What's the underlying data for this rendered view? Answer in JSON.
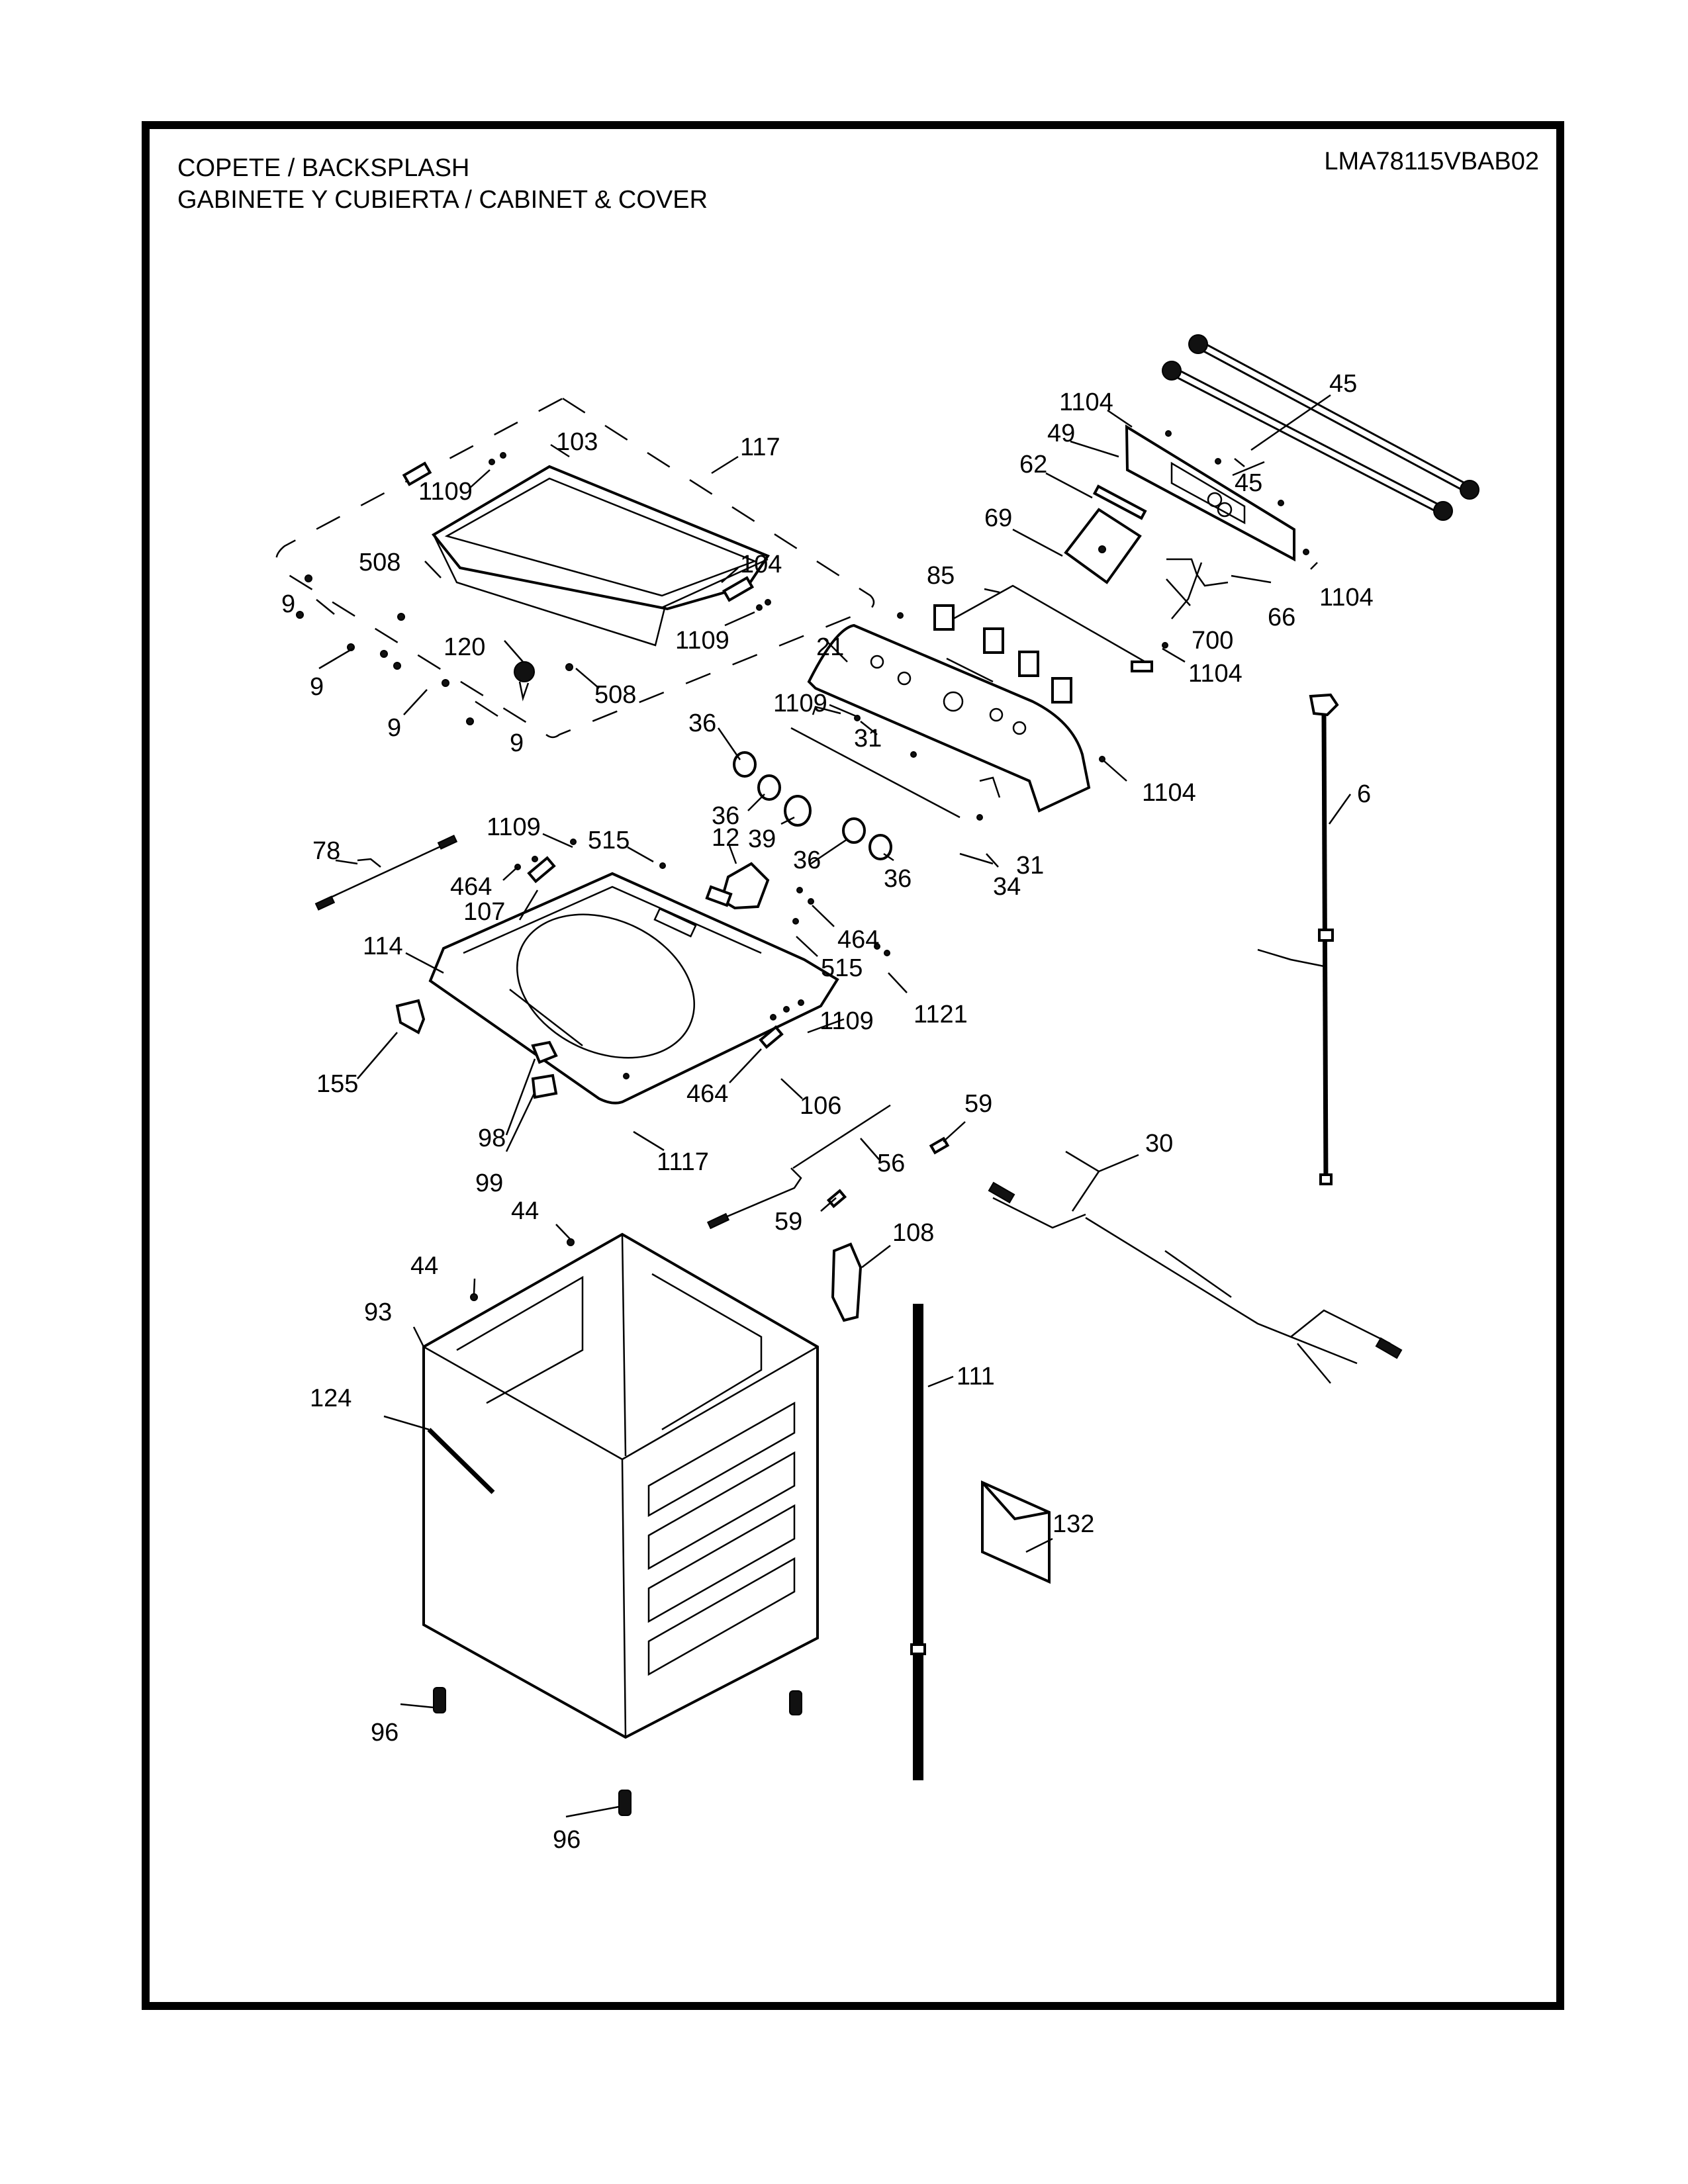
{
  "header": {
    "title_line1": "COPETE / BACKSPLASH",
    "title_line2": "GABINETE Y CUBIERTA / CABINET & COVER",
    "model_number": "LMA78115VBAB02"
  },
  "parts": {
    "p45a": "45",
    "p45b": "45",
    "p1104a": "1104",
    "p49": "49",
    "p62": "62",
    "p69": "69",
    "p1104b": "1104",
    "p66": "66",
    "p85": "85",
    "p700": "700",
    "p1104c": "1104",
    "p21": "21",
    "p103": "103",
    "p117": "117",
    "p1109a": "1109",
    "p508a": "508",
    "p104": "104",
    "p9a": "9",
    "p1109b": "1109",
    "p120": "120",
    "p9b": "9",
    "p508b": "508",
    "p9c": "9",
    "p9d": "9",
    "p1109c": "1109",
    "p36a": "36",
    "p31a": "31",
    "p1104d": "1104",
    "p36b": "36",
    "p39": "39",
    "p6": "6",
    "p36c": "36",
    "p36d": "36",
    "p31b": "31",
    "p34": "34",
    "p1109d": "1109",
    "p515a": "515",
    "p78": "78",
    "p12": "12",
    "p464a": "464",
    "p107": "107",
    "p464b": "464",
    "p114": "114",
    "p515b": "515",
    "p1121": "1121",
    "p1109e": "1109",
    "p155": "155",
    "p464c": "464",
    "p106": "106",
    "p59a": "59",
    "p98": "98",
    "p30": "30",
    "p56": "56",
    "p1117": "1117",
    "p99": "99",
    "p59b": "59",
    "p44a": "44",
    "p108": "108",
    "p44b": "44",
    "p93": "93",
    "p111": "111",
    "p124": "124",
    "p132": "132",
    "p96a": "96",
    "p96b": "96"
  }
}
